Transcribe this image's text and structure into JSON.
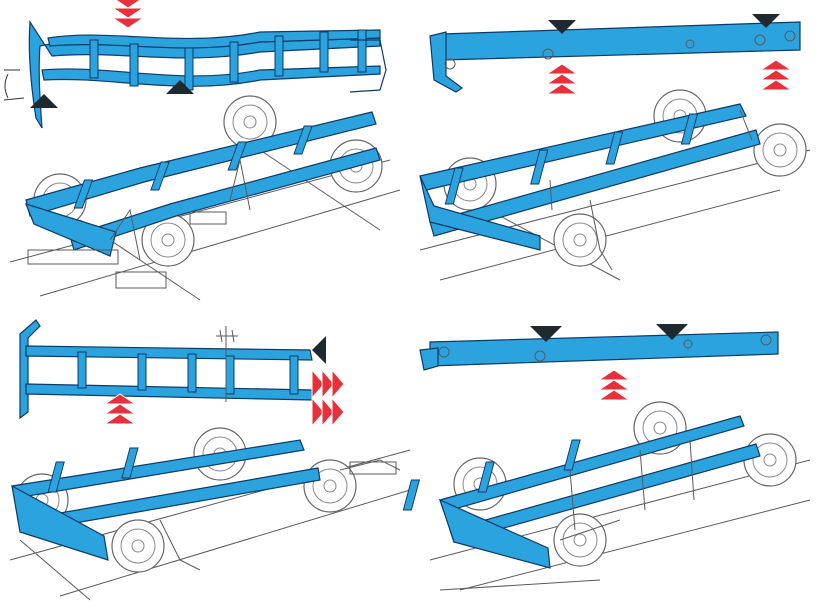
{
  "figure": {
    "layout": "2x2 grid",
    "panels": [
      {
        "id": "top-left",
        "corrections": [
          "vertical-bend",
          "frame-lift"
        ],
        "force_arrows": "down",
        "support_markers": 2
      },
      {
        "id": "top-right",
        "corrections": [
          "vertical-bend"
        ],
        "force_arrows": "up",
        "support_markers": 2
      },
      {
        "id": "bottom-left",
        "corrections": [
          "lateral-bend"
        ],
        "force_arrows": "up-and-sideways",
        "support_markers": 1
      },
      {
        "id": "bottom-right",
        "corrections": [
          "vertical-bend"
        ],
        "force_arrows": "up",
        "support_markers": 2
      }
    ]
  },
  "colors": {
    "frame": "#2ba3df",
    "frame_outline": "#0e3a66",
    "force_arrow": "#e8303a",
    "support_marker": "#1f2a30",
    "line_art": "#5a5a5a",
    "background": "#ffffff"
  }
}
